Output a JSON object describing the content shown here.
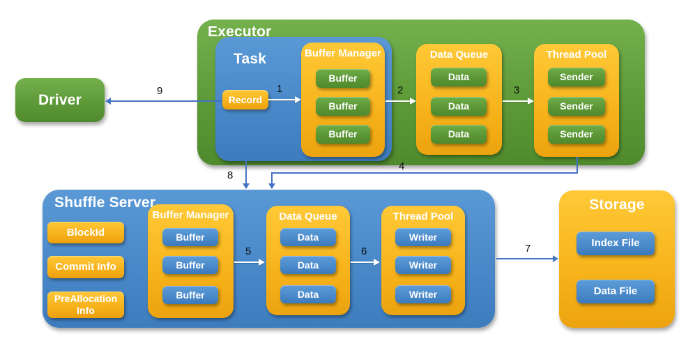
{
  "executor": {
    "title": "Executor",
    "task": {
      "title": "Task",
      "record": "Record"
    },
    "buffer_manager": {
      "title": "Buffer Manager",
      "items": [
        "Buffer",
        "Buffer",
        "Buffer"
      ]
    },
    "data_queue": {
      "title": "Data Queue",
      "items": [
        "Data",
        "Data",
        "Data"
      ]
    },
    "thread_pool": {
      "title": "Thread Pool",
      "items": [
        "Sender",
        "Sender",
        "Sender"
      ]
    }
  },
  "driver": {
    "title": "Driver"
  },
  "shuffle_server": {
    "title": "Shuffle Server",
    "metadata": {
      "block_id": "BlockId",
      "commit_info": "Commit Info",
      "preallocation_info": "PreAllocation Info"
    },
    "buffer_manager": {
      "title": "Buffer Manager",
      "items": [
        "Buffer",
        "Buffer",
        "Buffer"
      ]
    },
    "data_queue": {
      "title": "Data Queue",
      "items": [
        "Data",
        "Data",
        "Data"
      ]
    },
    "thread_pool": {
      "title": "Thread Pool",
      "items": [
        "Writer",
        "Writer",
        "Writer"
      ]
    }
  },
  "storage": {
    "title": "Storage",
    "items": [
      "Index File",
      "Data File"
    ]
  },
  "arrow_labels": {
    "n1": "1",
    "n2": "2",
    "n3": "3",
    "n4": "4",
    "n5": "5",
    "n6": "6",
    "n7": "7",
    "n8": "8",
    "n9": "9"
  },
  "colors": {
    "green": "#5e9a38",
    "blue": "#4a89c9",
    "orange": "#f7b31b",
    "arrow_blue": "#4472c4",
    "arrow_white": "#ffffff",
    "label_black": "#0a0a0a"
  }
}
